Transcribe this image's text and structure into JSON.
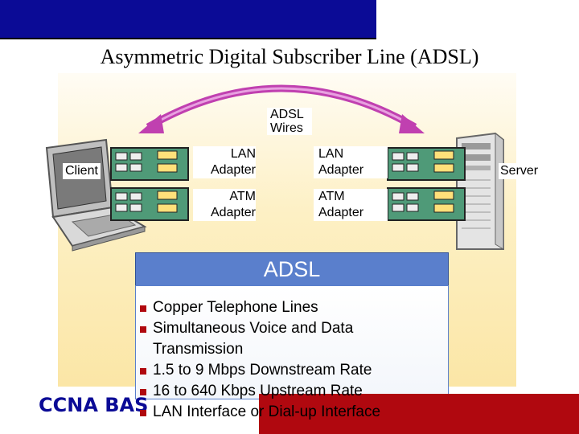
{
  "title": "Asymmetric Digital Subscriber Line (ADSL)",
  "wires_label": [
    "ADSL",
    "Wires"
  ],
  "client_label": "Client",
  "server_label": "Server",
  "left_adapters": [
    {
      "line1": "LAN",
      "line2": "Adapter"
    },
    {
      "line1": "ATM",
      "line2": "Adapter"
    }
  ],
  "right_adapters": [
    {
      "line1": "LAN",
      "line2": "Adapter"
    },
    {
      "line1": "ATM",
      "line2": "Adapter"
    }
  ],
  "adsl_header": "ADSL",
  "bullets": [
    "Copper Telephone Lines",
    "Simultaneous Voice and Data",
    "Transmission",
    "1.5 to 9 Mbps Downstream Rate",
    "16 to 640 Kbps Upstream Rate",
    "LAN Interface or Dial-up Interface"
  ],
  "footer_text": "CCNA BAS",
  "colors": {
    "top_bar": "#0b0b96",
    "panel": "#fbe6a6",
    "adsl_box": "#5a7fcc",
    "accent_red": "#b0080f",
    "arrow": "#c040b0"
  }
}
